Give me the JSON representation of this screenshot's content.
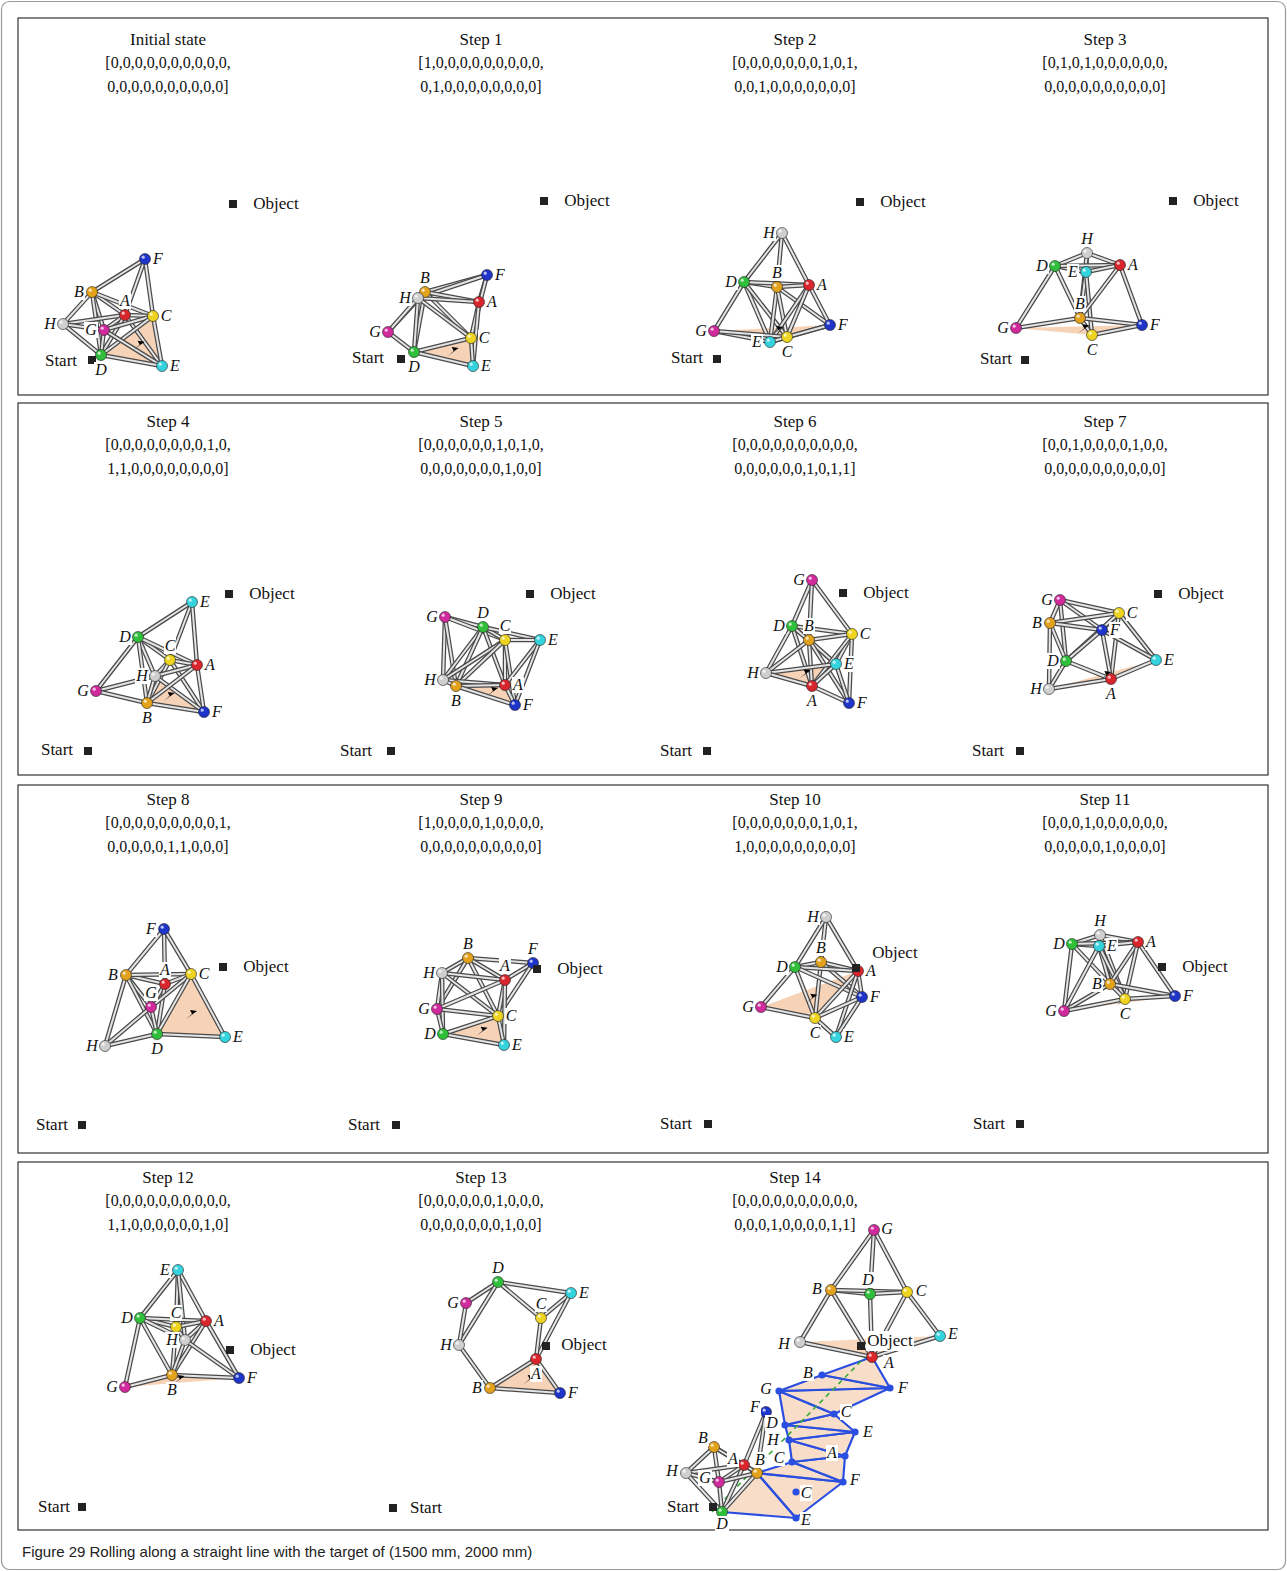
{
  "diagram": {
    "caption": "Figure 29 Rolling along a straight line with the target of (1500 mm, 2000 mm)",
    "labels": [
      "Initial state",
      "[0,0,0,0,0,0,0,0,0,0, 0,0,0,0,0,0,0,0,0,0]",
      "F",
      "B",
      "A",
      "C",
      "H",
      "G",
      "D",
      "E",
      "Object",
      "Start",
      "Step 1",
      "[1,0,0,0,0,0,0,0,0,0, 0,1,0,0,0,0,0,0,0,0]",
      "F",
      "B",
      "H",
      "A",
      "G",
      "C",
      "D",
      "E",
      "Object",
      "Start",
      "Step 2",
      "[0,0,0,0,0,0,0,1,0,1, 0,0,1,0,0,0,0,0,0,0]",
      "H",
      "D",
      "B",
      "A",
      "F",
      "G",
      "E",
      "C",
      "Object",
      "Start",
      "Step 3",
      "[0,1,0,1,0,0,0,0,0,0, 0,0,0,0,0,0,0,0,0,0]",
      "H",
      "D",
      "E",
      "A",
      "B",
      "F",
      "G",
      "C",
      "Object",
      "Start",
      "Step 4",
      "[0,0,0,0,0,0,0,0,1,0, 1,1,0,0,0,0,0,0,0,0]",
      "E",
      "D",
      "C",
      "H",
      "A",
      "G",
      "B",
      "F",
      "Object",
      "Start",
      "Step 5",
      "[0,0,0,0,0,0,1,0,1,0, 0,0,0,0,0,0,0,1,0,0]",
      "G",
      "D",
      "C",
      "E",
      "H",
      "A",
      "B",
      "F",
      "Object",
      "Start",
      "Step 6",
      "[0,0,0,0,0,0,0,0,0,0, 0,0,0,0,0,0,1,0,1,1]",
      "G",
      "D",
      "B",
      "C",
      "E",
      "H",
      "A",
      "F",
      "Object",
      "Start",
      "Step 7",
      "[0,0,1,0,0,0,0,1,0,0, 0,0,0,0,0,0,0,0,0,0]",
      "G",
      "B",
      "C",
      "F",
      "D",
      "E",
      "H",
      "A",
      "Object",
      "Start",
      "Step 8",
      "[0,0,0,0,0,0,0,0,0,1, 0,0,0,0,0,1,1,0,0,0]",
      "F",
      "B",
      "A",
      "C",
      "G",
      "H",
      "D",
      "E",
      "Object",
      "Start",
      "Step 9",
      "[1,0,0,0,0,1,0,0,0,0, 0,0,0,0,0,0,0,0,0,0]",
      "B",
      "F",
      "H",
      "A",
      "G",
      "C",
      "D",
      "E",
      "Object",
      "Start",
      "Step 10",
      "[0,0,0,0,0,0,0,1,0,1, 1,0,0,0,0,0,0,0,0,0]",
      "H",
      "B",
      "D",
      "A",
      "F",
      "G",
      "C",
      "E",
      "Object",
      "Start",
      "Step 11",
      "[0,0,0,1,0,0,0,0,0,0, 0,0,0,0,0,1,0,0,0,0]",
      "H",
      "D",
      "E",
      "A",
      "B",
      "C",
      "F",
      "G",
      "Object",
      "Start",
      "Step 12",
      "[0,0,0,0,0,0,0,0,0,0, 1,1,0,0,0,0,0,0,1,0]",
      "E",
      "D",
      "C",
      "A",
      "H",
      "G",
      "B",
      "F",
      "Object",
      "Start",
      "Step 13",
      "[0,0,0,0,0,0,1,0,0,0, 0,0,0,0,0,0,0,1,0,0]",
      "D",
      "E",
      "G",
      "C",
      "H",
      "A",
      "B",
      "F",
      "Object",
      "Start",
      "Step 14",
      "[0,0,0,0,0,0,0,0,0,0, 0,0,0,1,0,0,0,0,1,1]",
      "G",
      "B",
      "D",
      "C",
      "H",
      "Object",
      "E",
      "A",
      "B",
      "F",
      "G",
      "F",
      "C",
      "D",
      "E",
      "B",
      "H",
      "A",
      "A",
      "B",
      "C",
      "H",
      "G",
      "F",
      "C",
      "Start",
      "D",
      "E"
    ]
  }
}
